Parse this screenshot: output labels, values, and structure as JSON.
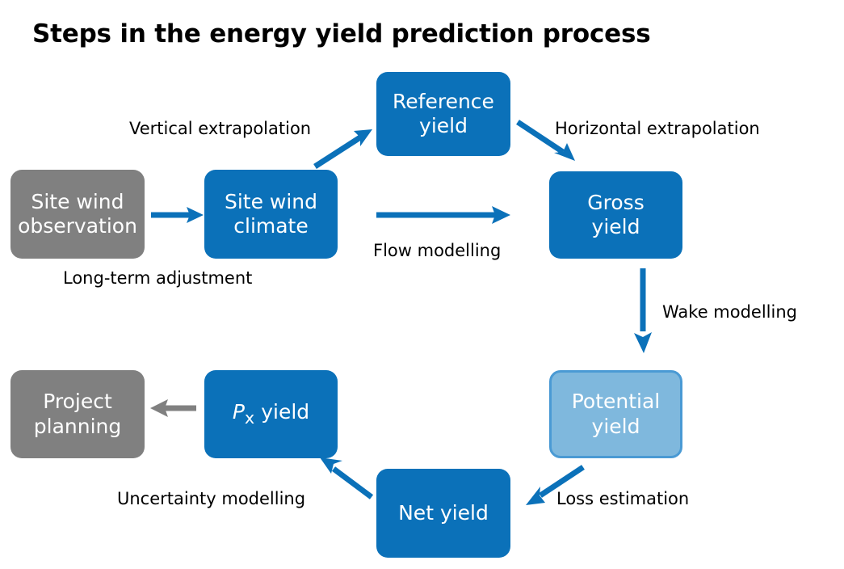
{
  "title": "Steps in the energy yield prediction process",
  "colors": {
    "blue": "#0b71b9",
    "gray": "#808080",
    "light_blue_fill": "#7fb8dd",
    "light_blue_border": "#4a9ad4",
    "text_on_node": "#ffffff",
    "label_text": "#000000",
    "background": "#ffffff"
  },
  "nodes": [
    {
      "id": "site-wind-observation",
      "line1": "Site wind",
      "line2": "observation",
      "style": "gray"
    },
    {
      "id": "site-wind-climate",
      "line1": "Site wind",
      "line2": "climate",
      "style": "blue"
    },
    {
      "id": "reference-yield",
      "line1": "Reference",
      "line2": "yield",
      "style": "blue"
    },
    {
      "id": "gross-yield",
      "line1": "Gross",
      "line2": "yield",
      "style": "blue"
    },
    {
      "id": "potential-yield",
      "line1": "Potential",
      "line2": "yield",
      "style": "light"
    },
    {
      "id": "net-yield",
      "line1": "Net yield",
      "line2": "",
      "style": "blue"
    },
    {
      "id": "px-yield",
      "px": "P",
      "px_sub": "x",
      "px_rest": " yield",
      "style": "blue"
    },
    {
      "id": "project-planning",
      "line1": "Project",
      "line2": "planning",
      "style": "gray"
    }
  ],
  "edge_labels": {
    "long_term_adjustment": "Long-term adjustment",
    "vertical_extrapolation": "Vertical extrapolation",
    "horizontal_extrapolation": "Horizontal extrapolation",
    "flow_modelling": "Flow modelling",
    "wake_modelling": "Wake modelling",
    "loss_estimation": "Loss estimation",
    "uncertainty_modelling": "Uncertainty modelling"
  },
  "arrows": [
    {
      "id": "observation-to-climate",
      "color": "#0b71b9"
    },
    {
      "id": "climate-to-reference",
      "color": "#0b71b9"
    },
    {
      "id": "reference-to-gross",
      "color": "#0b71b9"
    },
    {
      "id": "climate-to-gross",
      "color": "#0b71b9"
    },
    {
      "id": "gross-to-potential",
      "color": "#0b71b9"
    },
    {
      "id": "potential-to-net",
      "color": "#0b71b9"
    },
    {
      "id": "net-to-px",
      "color": "#0b71b9"
    },
    {
      "id": "px-to-project-planning",
      "color": "#808080"
    }
  ]
}
